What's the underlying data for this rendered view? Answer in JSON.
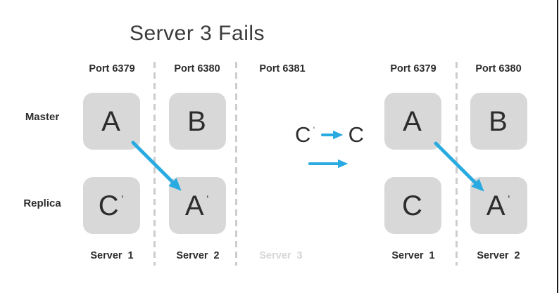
{
  "title": "Server 3 Fails",
  "colors": {
    "accent_blue": "#29abe2",
    "box_gray": "#d8d8d8",
    "text_dark": "#2d2d2d",
    "muted_gray": "#d6d6d6",
    "dash_gray": "#cdcdcd",
    "edge_line": "#1c1c1c"
  },
  "row_labels": {
    "master": "Master",
    "replica": "Replica"
  },
  "left_panel": {
    "ports": [
      "Port 6379",
      "Port 6380",
      "Port 6381"
    ],
    "master_nodes": [
      {
        "label": "A",
        "prime": ""
      },
      {
        "label": "B",
        "prime": ""
      }
    ],
    "replica_nodes": [
      {
        "label": "C",
        "prime": "ˈ"
      },
      {
        "label": "A",
        "prime": "ˈ"
      }
    ],
    "servers": [
      "Server 1",
      "Server 2",
      "Server 3"
    ]
  },
  "middle": {
    "from_label": "C",
    "from_prime": "ˈ",
    "to_label": "C"
  },
  "right_panel": {
    "ports": [
      "Port 6379",
      "Port 6380"
    ],
    "master_nodes": [
      {
        "label": "A",
        "prime": ""
      },
      {
        "label": "B",
        "prime": ""
      }
    ],
    "replica_nodes": [
      {
        "label": "C",
        "prime": ""
      },
      {
        "label": "A",
        "prime": "ˈ"
      }
    ],
    "servers": [
      "Server 1",
      "Server 2"
    ]
  }
}
